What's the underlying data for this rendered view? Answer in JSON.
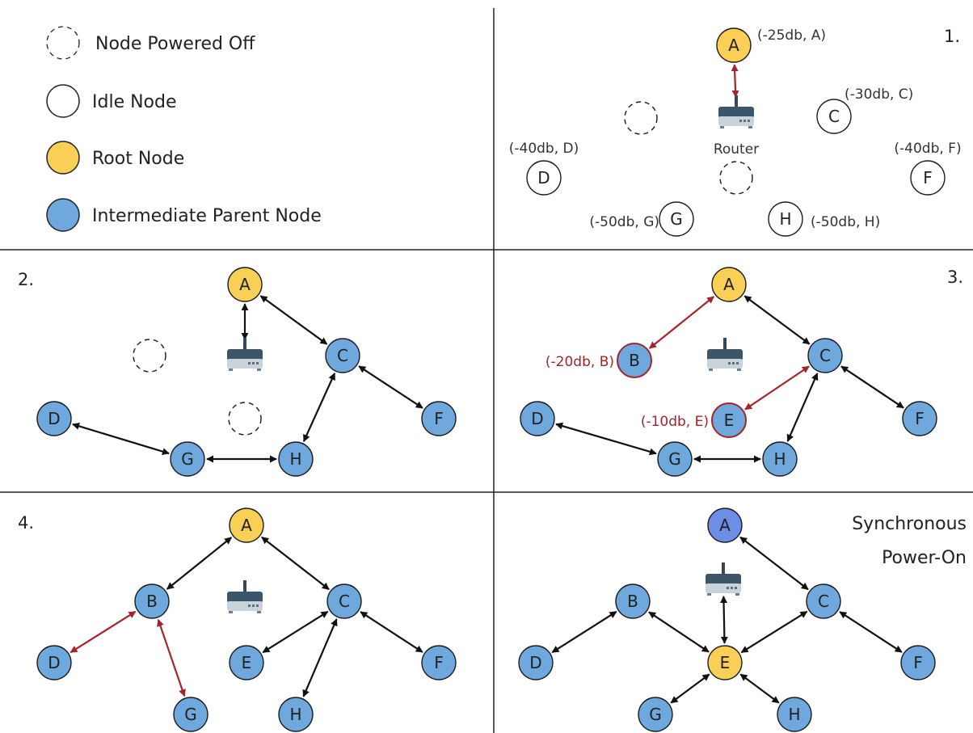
{
  "colors": {
    "root": "#F9CF56",
    "intermediate": "#6FA8DC",
    "intermediate_deep": "#6D8EE5",
    "idle": "#FFFFFF",
    "stroke": "#1a1a1a",
    "link": "#111111",
    "new_link": "#A3242A",
    "new_label": "#A3242A",
    "router_body": "#8da0b0",
    "divider": "#222222"
  },
  "legend": [
    {
      "kind": "off",
      "label": "Node Powered Off"
    },
    {
      "kind": "idle",
      "label": "Idle Node"
    },
    {
      "kind": "root",
      "label": "Root Node"
    },
    {
      "kind": "intermediate",
      "label": "Intermediate Parent Node"
    }
  ],
  "panels": [
    {
      "id": "p1",
      "title": "1.",
      "router_label": "Router",
      "nodes": [
        {
          "id": "A",
          "state": "root",
          "label": "A",
          "annotation": "(-25db, A)"
        },
        {
          "id": "C",
          "state": "idle",
          "label": "C",
          "annotation": "(-30db, C)"
        },
        {
          "id": "D",
          "state": "idle",
          "label": "D",
          "annotation": "(-40db, D)"
        },
        {
          "id": "F",
          "state": "idle",
          "label": "F",
          "annotation": "(-40db, F)"
        },
        {
          "id": "G",
          "state": "idle",
          "label": "G",
          "annotation": "(-50db, G)"
        },
        {
          "id": "H",
          "state": "idle",
          "label": "H",
          "annotation": "(-50db, H)"
        },
        {
          "id": "off1",
          "state": "off",
          "label": ""
        },
        {
          "id": "off2",
          "state": "off",
          "label": ""
        }
      ],
      "links": [
        {
          "from": "A",
          "to": "router",
          "highlight": true
        }
      ]
    },
    {
      "id": "p2",
      "title": "2.",
      "nodes": [
        {
          "id": "A",
          "state": "root",
          "label": "A"
        },
        {
          "id": "C",
          "state": "intermediate",
          "label": "C"
        },
        {
          "id": "D",
          "state": "intermediate",
          "label": "D"
        },
        {
          "id": "F",
          "state": "intermediate",
          "label": "F"
        },
        {
          "id": "G",
          "state": "intermediate",
          "label": "G"
        },
        {
          "id": "H",
          "state": "intermediate",
          "label": "H"
        },
        {
          "id": "off1",
          "state": "off",
          "label": ""
        },
        {
          "id": "off2",
          "state": "off",
          "label": ""
        }
      ],
      "links": [
        {
          "from": "A",
          "to": "router",
          "highlight": false
        },
        {
          "from": "A",
          "to": "C",
          "highlight": false
        },
        {
          "from": "C",
          "to": "F",
          "highlight": false
        },
        {
          "from": "C",
          "to": "H",
          "highlight": false
        },
        {
          "from": "H",
          "to": "G",
          "highlight": false
        },
        {
          "from": "G",
          "to": "D",
          "highlight": false
        }
      ]
    },
    {
      "id": "p3",
      "title": "3.",
      "nodes": [
        {
          "id": "A",
          "state": "root",
          "label": "A"
        },
        {
          "id": "B",
          "state": "intermediate",
          "label": "B",
          "annotation": "(-20db, B)",
          "highlight": true
        },
        {
          "id": "C",
          "state": "intermediate",
          "label": "C"
        },
        {
          "id": "E",
          "state": "intermediate",
          "label": "E",
          "annotation": "(-10db, E)",
          "highlight": true
        },
        {
          "id": "D",
          "state": "intermediate",
          "label": "D"
        },
        {
          "id": "F",
          "state": "intermediate",
          "label": "F"
        },
        {
          "id": "G",
          "state": "intermediate",
          "label": "G"
        },
        {
          "id": "H",
          "state": "intermediate",
          "label": "H"
        }
      ],
      "links": [
        {
          "from": "A",
          "to": "B",
          "highlight": true
        },
        {
          "from": "E",
          "to": "C",
          "highlight": true
        },
        {
          "from": "A",
          "to": "C",
          "highlight": false
        },
        {
          "from": "C",
          "to": "F",
          "highlight": false
        },
        {
          "from": "C",
          "to": "H",
          "highlight": false
        },
        {
          "from": "H",
          "to": "G",
          "highlight": false
        },
        {
          "from": "G",
          "to": "D",
          "highlight": false
        }
      ]
    },
    {
      "id": "p4",
      "title": "4.",
      "nodes": [
        {
          "id": "A",
          "state": "root",
          "label": "A"
        },
        {
          "id": "B",
          "state": "intermediate",
          "label": "B"
        },
        {
          "id": "C",
          "state": "intermediate",
          "label": "C"
        },
        {
          "id": "D",
          "state": "intermediate",
          "label": "D"
        },
        {
          "id": "E",
          "state": "intermediate",
          "label": "E"
        },
        {
          "id": "F",
          "state": "intermediate",
          "label": "F"
        },
        {
          "id": "G",
          "state": "intermediate",
          "label": "G"
        },
        {
          "id": "H",
          "state": "intermediate",
          "label": "H"
        }
      ],
      "links": [
        {
          "from": "A",
          "to": "B",
          "highlight": false
        },
        {
          "from": "A",
          "to": "C",
          "highlight": false
        },
        {
          "from": "B",
          "to": "D",
          "highlight": true
        },
        {
          "from": "B",
          "to": "G",
          "highlight": true
        },
        {
          "from": "C",
          "to": "E",
          "highlight": false
        },
        {
          "from": "C",
          "to": "H",
          "highlight": false
        },
        {
          "from": "C",
          "to": "F",
          "highlight": false
        }
      ]
    },
    {
      "id": "p5",
      "title": "Synchronous",
      "title2": "Power-On",
      "nodes": [
        {
          "id": "A",
          "state": "intermediate_deep",
          "label": "A"
        },
        {
          "id": "B",
          "state": "intermediate",
          "label": "B"
        },
        {
          "id": "C",
          "state": "intermediate",
          "label": "C"
        },
        {
          "id": "D",
          "state": "intermediate",
          "label": "D"
        },
        {
          "id": "E",
          "state": "root",
          "label": "E"
        },
        {
          "id": "F",
          "state": "intermediate",
          "label": "F"
        },
        {
          "id": "G",
          "state": "intermediate",
          "label": "G"
        },
        {
          "id": "H",
          "state": "intermediate",
          "label": "H"
        }
      ],
      "links": [
        {
          "from": "A",
          "to": "C",
          "highlight": false
        },
        {
          "from": "C",
          "to": "F",
          "highlight": false
        },
        {
          "from": "C",
          "to": "E",
          "highlight": false
        },
        {
          "from": "B",
          "to": "D",
          "highlight": false
        },
        {
          "from": "B",
          "to": "E",
          "highlight": false
        },
        {
          "from": "E",
          "to": "router",
          "highlight": false
        },
        {
          "from": "E",
          "to": "G",
          "highlight": false
        },
        {
          "from": "E",
          "to": "H",
          "highlight": false
        }
      ]
    }
  ]
}
